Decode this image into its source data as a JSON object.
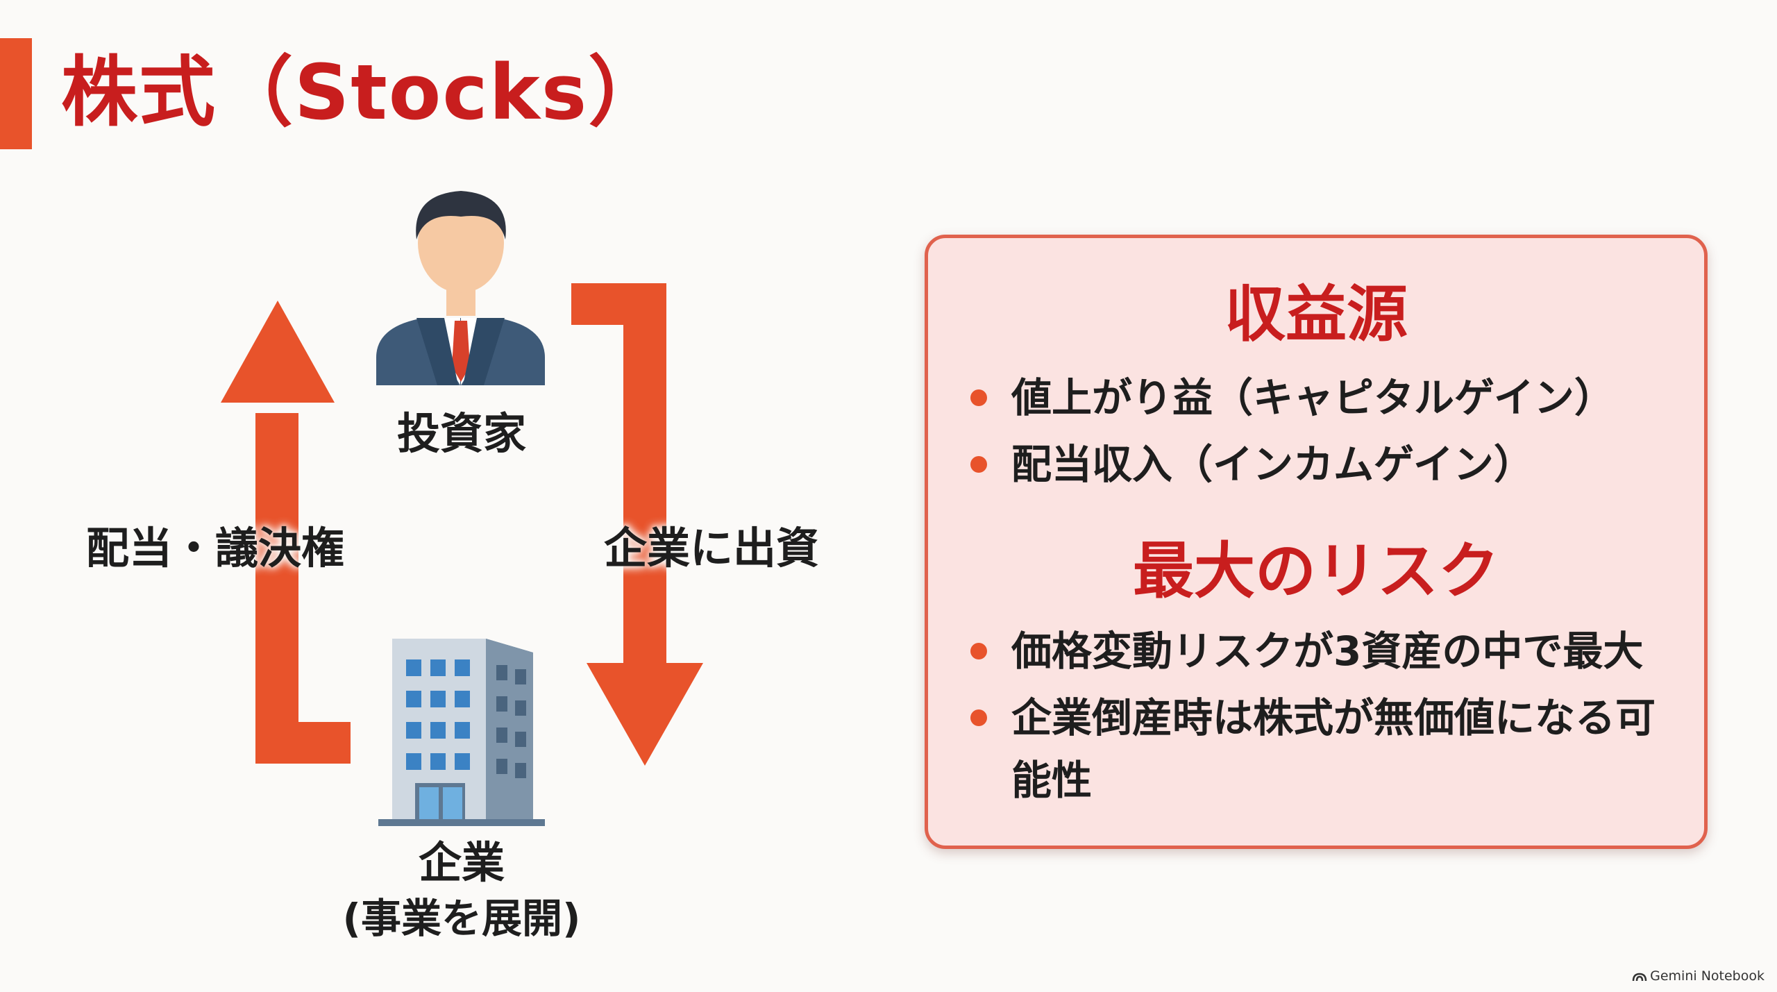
{
  "title": "株式（Stocks）",
  "diagram": {
    "investor_label": "投資家",
    "left_arrow_label": "配当・議決権",
    "right_arrow_label": "企業に出資",
    "company_label": "企業",
    "company_sublabel": "(事業を展開)",
    "icons": [
      "businessman-icon",
      "office-building-icon",
      "arrow-up-icon",
      "arrow-down-icon"
    ]
  },
  "info_box": {
    "revenue": {
      "heading": "収益源",
      "items": [
        "値上がり益（キャピタルゲイン）",
        "配当収入（インカムゲイン）"
      ]
    },
    "risk": {
      "heading": "最大のリスク",
      "items": [
        "価格変動リスクが3資産の中で最大",
        "企業倒産時は株式が無価値になる可能性"
      ]
    }
  },
  "watermark": "Gemini Notebook",
  "colors": {
    "accent": "#e8532b",
    "title": "#c81e1e",
    "box_bg": "#fbe3e1",
    "box_border": "#e0624d"
  }
}
